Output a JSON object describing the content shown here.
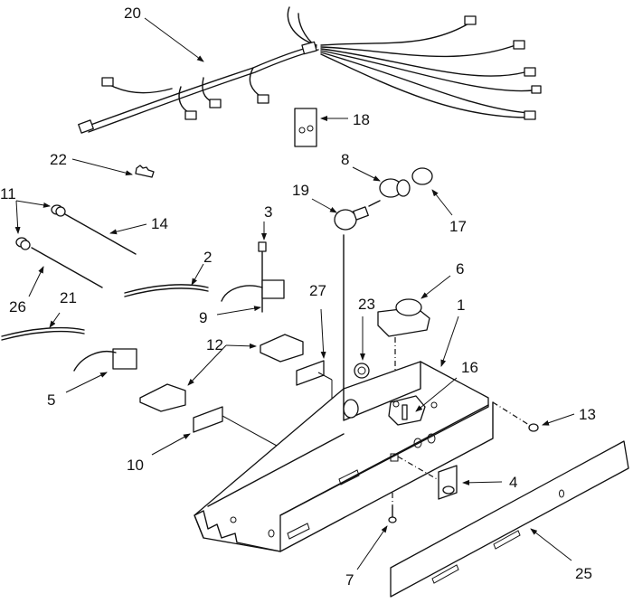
{
  "diagram": {
    "title": "",
    "callouts": [
      {
        "id": "c20",
        "text": "20",
        "part": "wire-harness"
      },
      {
        "id": "c18",
        "text": "18",
        "part": "mounting-plate"
      },
      {
        "id": "c22",
        "text": "22",
        "part": "wire-clip"
      },
      {
        "id": "c8",
        "text": "8",
        "part": "light-socket"
      },
      {
        "id": "c19",
        "text": "19",
        "part": "light-bulb"
      },
      {
        "id": "c17",
        "text": "17",
        "part": "socket-connector"
      },
      {
        "id": "c11",
        "text": "11",
        "part": "nut"
      },
      {
        "id": "c14",
        "text": "14",
        "part": "capillary-tube"
      },
      {
        "id": "c3",
        "text": "3",
        "part": "screw"
      },
      {
        "id": "c2",
        "text": "2",
        "part": "tubing"
      },
      {
        "id": "c26",
        "text": "26",
        "part": "capillary-tube"
      },
      {
        "id": "c21",
        "text": "21",
        "part": "tubing"
      },
      {
        "id": "c9",
        "text": "9",
        "part": "thermostat"
      },
      {
        "id": "c27",
        "text": "27",
        "part": "label"
      },
      {
        "id": "c23",
        "text": "23",
        "part": "knob"
      },
      {
        "id": "c6",
        "text": "6",
        "part": "defrost-timer"
      },
      {
        "id": "c1",
        "text": "1",
        "part": "control-housing"
      },
      {
        "id": "c16",
        "text": "16",
        "part": "bracket"
      },
      {
        "id": "c12",
        "text": "12",
        "part": "damper-control"
      },
      {
        "id": "c5",
        "text": "5",
        "part": "thermostat"
      },
      {
        "id": "c13",
        "text": "13",
        "part": "screw"
      },
      {
        "id": "c10",
        "text": "10",
        "part": "label"
      },
      {
        "id": "c4",
        "text": "4",
        "part": "light-switch"
      },
      {
        "id": "c7",
        "text": "7",
        "part": "screw"
      },
      {
        "id": "c25",
        "text": "25",
        "part": "trim-panel"
      }
    ]
  }
}
